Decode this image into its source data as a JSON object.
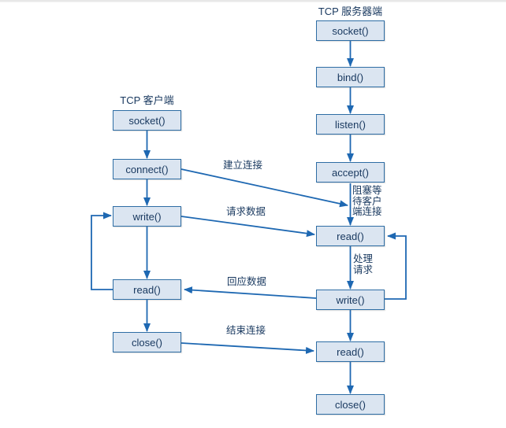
{
  "diagram": {
    "server": {
      "title": "TCP 服务器端",
      "nodes": [
        "socket()",
        "bind()",
        "listen()",
        "accept()",
        "read()",
        "write()",
        "read()",
        "close()"
      ]
    },
    "client": {
      "title": "TCP 客户端",
      "nodes": [
        "socket()",
        "connect()",
        "write()",
        "read()",
        "close()"
      ]
    },
    "edge_labels": {
      "establish": "建立连接",
      "request": "请求数据",
      "response": "回应数据",
      "finish": "结束连接",
      "block_wait": "阻塞等\n待客户\n端连接",
      "process": "处理\n请求"
    },
    "colors": {
      "box_fill": "#dbe5f1",
      "box_stroke": "#2e6da4",
      "arrow": "#1e68b2",
      "text": "#17375e"
    }
  }
}
